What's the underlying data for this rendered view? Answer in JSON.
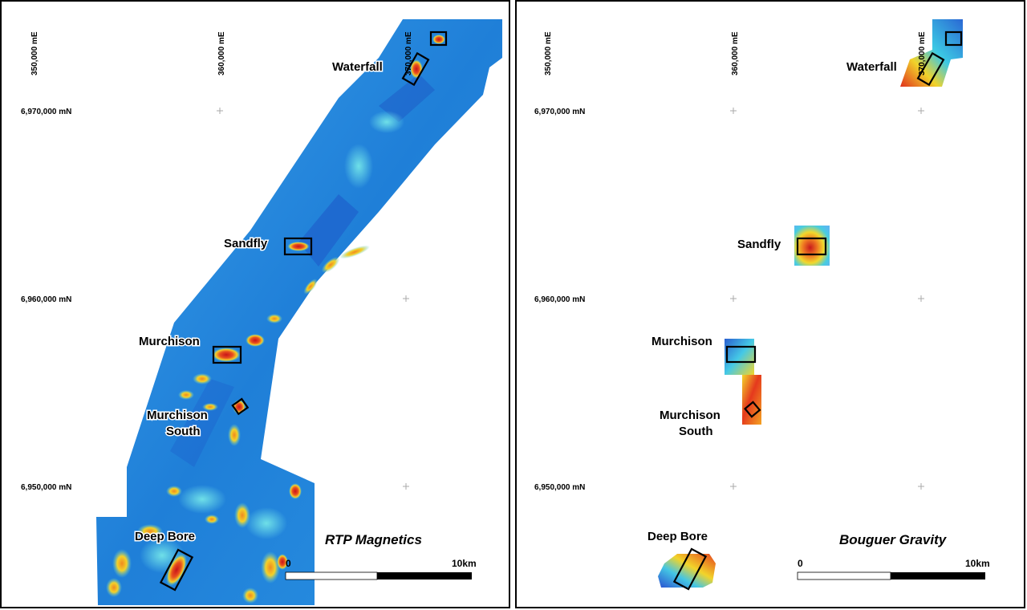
{
  "grid": {
    "easting_labels": [
      "350,000 mE",
      "360,000 mE",
      "370,000 mE"
    ],
    "northing_labels": [
      "6,970,000 mN",
      "6,960,000 mN",
      "6,950,000 mN"
    ]
  },
  "left_panel": {
    "title": "RTP Magnetics",
    "places": {
      "waterfall": "Waterfall",
      "sandfly": "Sandfly",
      "murchison": "Murchison",
      "murchison_south_1": "Murchison",
      "murchison_south_2": "South",
      "deep_bore": "Deep Bore"
    },
    "scale": {
      "start": "0",
      "end": "10km"
    }
  },
  "right_panel": {
    "title": "Bouguer Gravity",
    "places": {
      "waterfall": "Waterfall",
      "sandfly": "Sandfly",
      "murchison": "Murchison",
      "murchison_south_1": "Murchison",
      "murchison_south_2": "South",
      "deep_bore": "Deep Bore"
    },
    "scale": {
      "start": "0",
      "end": "10km"
    }
  },
  "colors": {
    "mag_background": "#1e7fd6",
    "mag_low": "#2b5fd0",
    "mag_high": "#d4281c",
    "mid_yellow": "#f2d22a",
    "mid_cyan": "#35c7e8"
  }
}
